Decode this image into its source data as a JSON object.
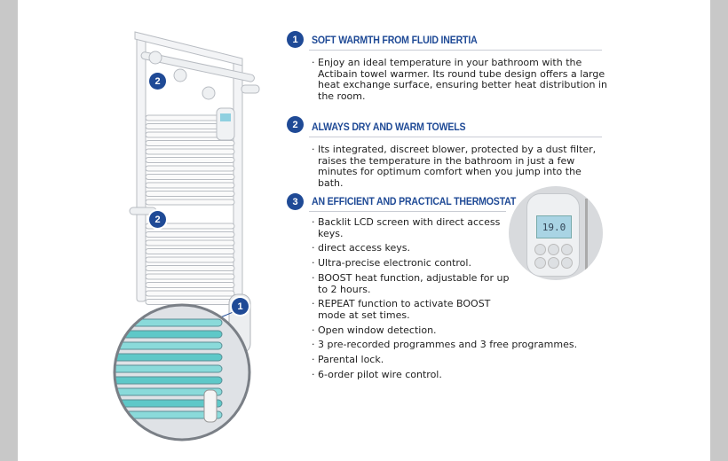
{
  "sections": [
    {
      "number": "1",
      "title": "SOFT WARMTH FROM FLUID INERTIA",
      "bullets": [
        "Enjoy an ideal temperature in your bathroom with the Actibain towel warmer. Its round tube design offers a large heat exchange surface, ensuring better heat distribution in the room."
      ]
    },
    {
      "number": "2",
      "title": "ALWAYS DRY AND WARM TOWELS",
      "bullets": [
        "Its integrated, discreet blower, protected by a dust filter, raises the temperature in the bathroom in just a few minutes for optimum comfort when you jump into the bath."
      ]
    },
    {
      "number": "3",
      "title": "AN EFFICIENT AND PRACTICAL THERMOSTAT",
      "bullets": [
        "Backlit LCD screen with direct access keys.",
        "direct access keys.",
        "Ultra-precise electronic control.",
        "BOOST heat function, adjustable for up to 2 hours.",
        "REPEAT function to activate BOOST mode at set times.",
        "Open window detection.",
        "3 pre-recorded programmes and 3 free programmes.",
        "Parental lock.",
        "6-order pilot wire control."
      ]
    }
  ],
  "illustration": {
    "callouts": [
      "2",
      "2",
      "1"
    ],
    "lcd_value": "19.0"
  },
  "colors": {
    "accent": "#1f4a96",
    "teal": "#5ec8c8"
  }
}
